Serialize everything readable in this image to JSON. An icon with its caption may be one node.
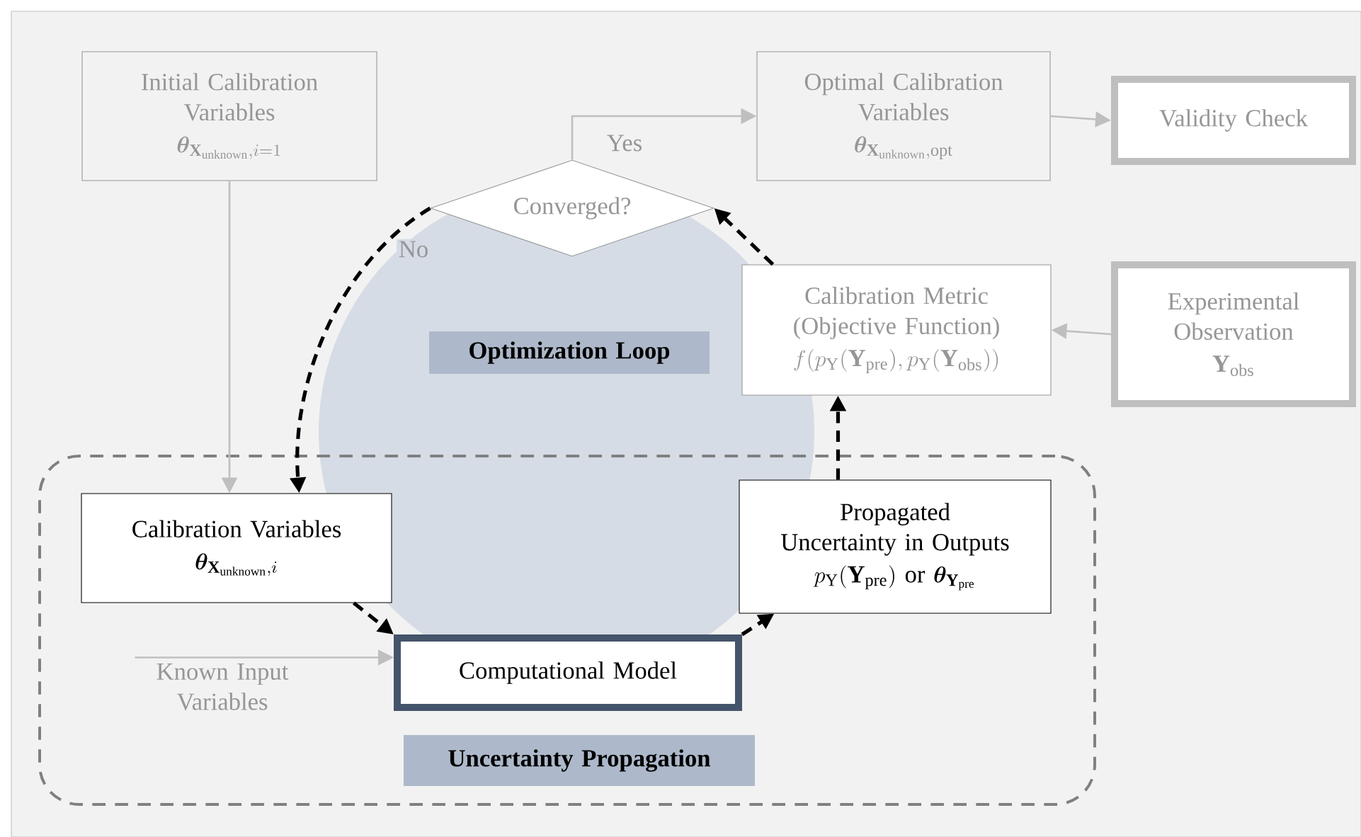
{
  "diagram": {
    "nodes": [
      {
        "text": [
          "Initial Calibration Variables",
          "\\boldsymbol{\\theta}_{\\mathbf{X}_{\\mathrm{unknown}},i=1}"
        ]
      },
      {
        "text": [
          "Optimal Calibration Variables",
          "\\boldsymbol{\\theta}_{\\mathbf{X}_{\\mathrm{unknown}},\\mathrm{opt}}"
        ]
      },
      {
        "text": [
          "Validity Check"
        ]
      },
      {
        "text": [
          "Converged?"
        ]
      },
      {
        "text": [
          "Optimization Loop"
        ]
      },
      {
        "text": [
          "Calibration Metric (Objective Function)",
          "f(p_{\\mathrm{Y}}(\\mathbf{Y}_{\\mathrm{pre}}),p_{\\mathrm{Y}}(\\mathbf{Y}_{\\mathrm{obs}}))"
        ]
      },
      {
        "text": [
          "Experimental Observation",
          "\\mathbf{Y}_{\\mathrm{obs}}"
        ]
      },
      {
        "text": [
          "Uncertainty Propagation"
        ]
      },
      {
        "text": [
          "Calibration Variables",
          "\\boldsymbol{\\theta}_{\\mathbf{X}_{\\mathrm{unknown}},i}"
        ],
        "in": 7
      },
      {
        "text": [
          "Propagated Uncertainty in Outputs",
          "p_{\\mathrm{Y}}(\\mathbf{Y}_{\\mathrm{pre}})\\text{ or }\\boldsymbol{\\theta}_{\\mathbf{Y}_{\\mathrm{pre}}}"
        ],
        "in": 7
      },
      {
        "text": [
          "Known Input Variables"
        ],
        "in": 7
      },
      {
        "text": [
          "Computational Model"
        ],
        "in": 7
      }
    ],
    "edges": [
      {
        "from": 0,
        "to": 8,
        "arrow": "to",
        "color": "#bfbfbf"
      },
      {
        "from": 3,
        "to": 1,
        "arrow": "to",
        "label": "Yes",
        "color": "#bfbfbf"
      },
      {
        "from": 1,
        "to": 2,
        "arrow": "to",
        "color": "#bfbfbf"
      },
      {
        "from": 6,
        "to": 5,
        "arrow": "to",
        "color": "#bfbfbf"
      },
      {
        "from": 10,
        "to": 11,
        "arrow": "to",
        "color": "#bfbfbf"
      },
      {
        "from": 3,
        "to": 8,
        "arrow": "to",
        "label": "No",
        "style": "dashed",
        "color": "#000000"
      },
      {
        "from": 8,
        "to": 11,
        "arrow": "to",
        "style": "dashed",
        "color": "#000000"
      },
      {
        "from": 11,
        "to": 9,
        "arrow": "to",
        "style": "dashed",
        "color": "#000000"
      },
      {
        "from": 9,
        "to": 5,
        "arrow": "to",
        "style": "dashed",
        "color": "#000000"
      },
      {
        "from": 5,
        "to": 3,
        "arrow": "to",
        "style": "dashed",
        "color": "#000000"
      }
    ]
  }
}
